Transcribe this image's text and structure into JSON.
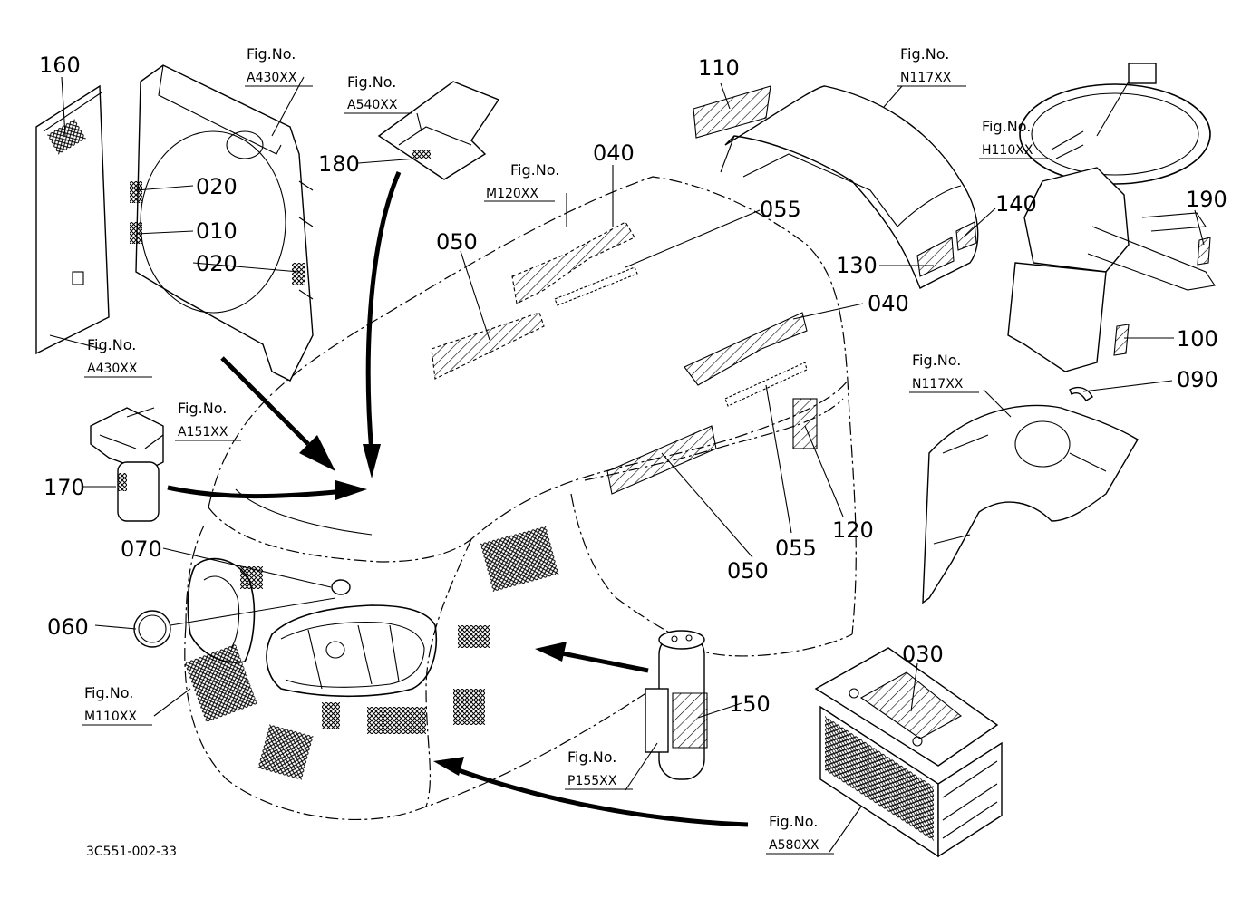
{
  "diagram_code": "3C551-002-33",
  "fig_labels": [
    {
      "id": "a430-top",
      "name": "Fig.No.",
      "code": "A430XX"
    },
    {
      "id": "a540",
      "name": "Fig.No.",
      "code": "A540XX"
    },
    {
      "id": "m120",
      "name": "Fig.No.",
      "code": "M120XX"
    },
    {
      "id": "n117-top",
      "name": "Fig.No.",
      "code": "N117XX"
    },
    {
      "id": "h110",
      "name": "Fig.No.",
      "code": "H110XX"
    },
    {
      "id": "a430-bottom",
      "name": "Fig.No.",
      "code": "A430XX"
    },
    {
      "id": "a151",
      "name": "Fig.No.",
      "code": "A151XX"
    },
    {
      "id": "n117-right",
      "name": "Fig.No.",
      "code": "N117XX"
    },
    {
      "id": "m110",
      "name": "Fig.No.",
      "code": "M110XX"
    },
    {
      "id": "p155",
      "name": "Fig.No.",
      "code": "P155XX"
    },
    {
      "id": "a580",
      "name": "Fig.No.",
      "code": "A580XX"
    }
  ],
  "callouts": [
    {
      "id": "160",
      "text": "160"
    },
    {
      "id": "020a",
      "text": "020"
    },
    {
      "id": "010",
      "text": "010"
    },
    {
      "id": "020b",
      "text": "020"
    },
    {
      "id": "180",
      "text": "180"
    },
    {
      "id": "110",
      "text": "110"
    },
    {
      "id": "040a",
      "text": "040"
    },
    {
      "id": "055a",
      "text": "055"
    },
    {
      "id": "050a",
      "text": "050"
    },
    {
      "id": "140",
      "text": "140"
    },
    {
      "id": "130",
      "text": "130"
    },
    {
      "id": "190",
      "text": "190"
    },
    {
      "id": "040b",
      "text": "040"
    },
    {
      "id": "100",
      "text": "100"
    },
    {
      "id": "090",
      "text": "090"
    },
    {
      "id": "170",
      "text": "170"
    },
    {
      "id": "120",
      "text": "120"
    },
    {
      "id": "055b",
      "text": "055"
    },
    {
      "id": "050b",
      "text": "050"
    },
    {
      "id": "070",
      "text": "070"
    },
    {
      "id": "060",
      "text": "060"
    },
    {
      "id": "030",
      "text": "030"
    },
    {
      "id": "150",
      "text": "150"
    }
  ]
}
